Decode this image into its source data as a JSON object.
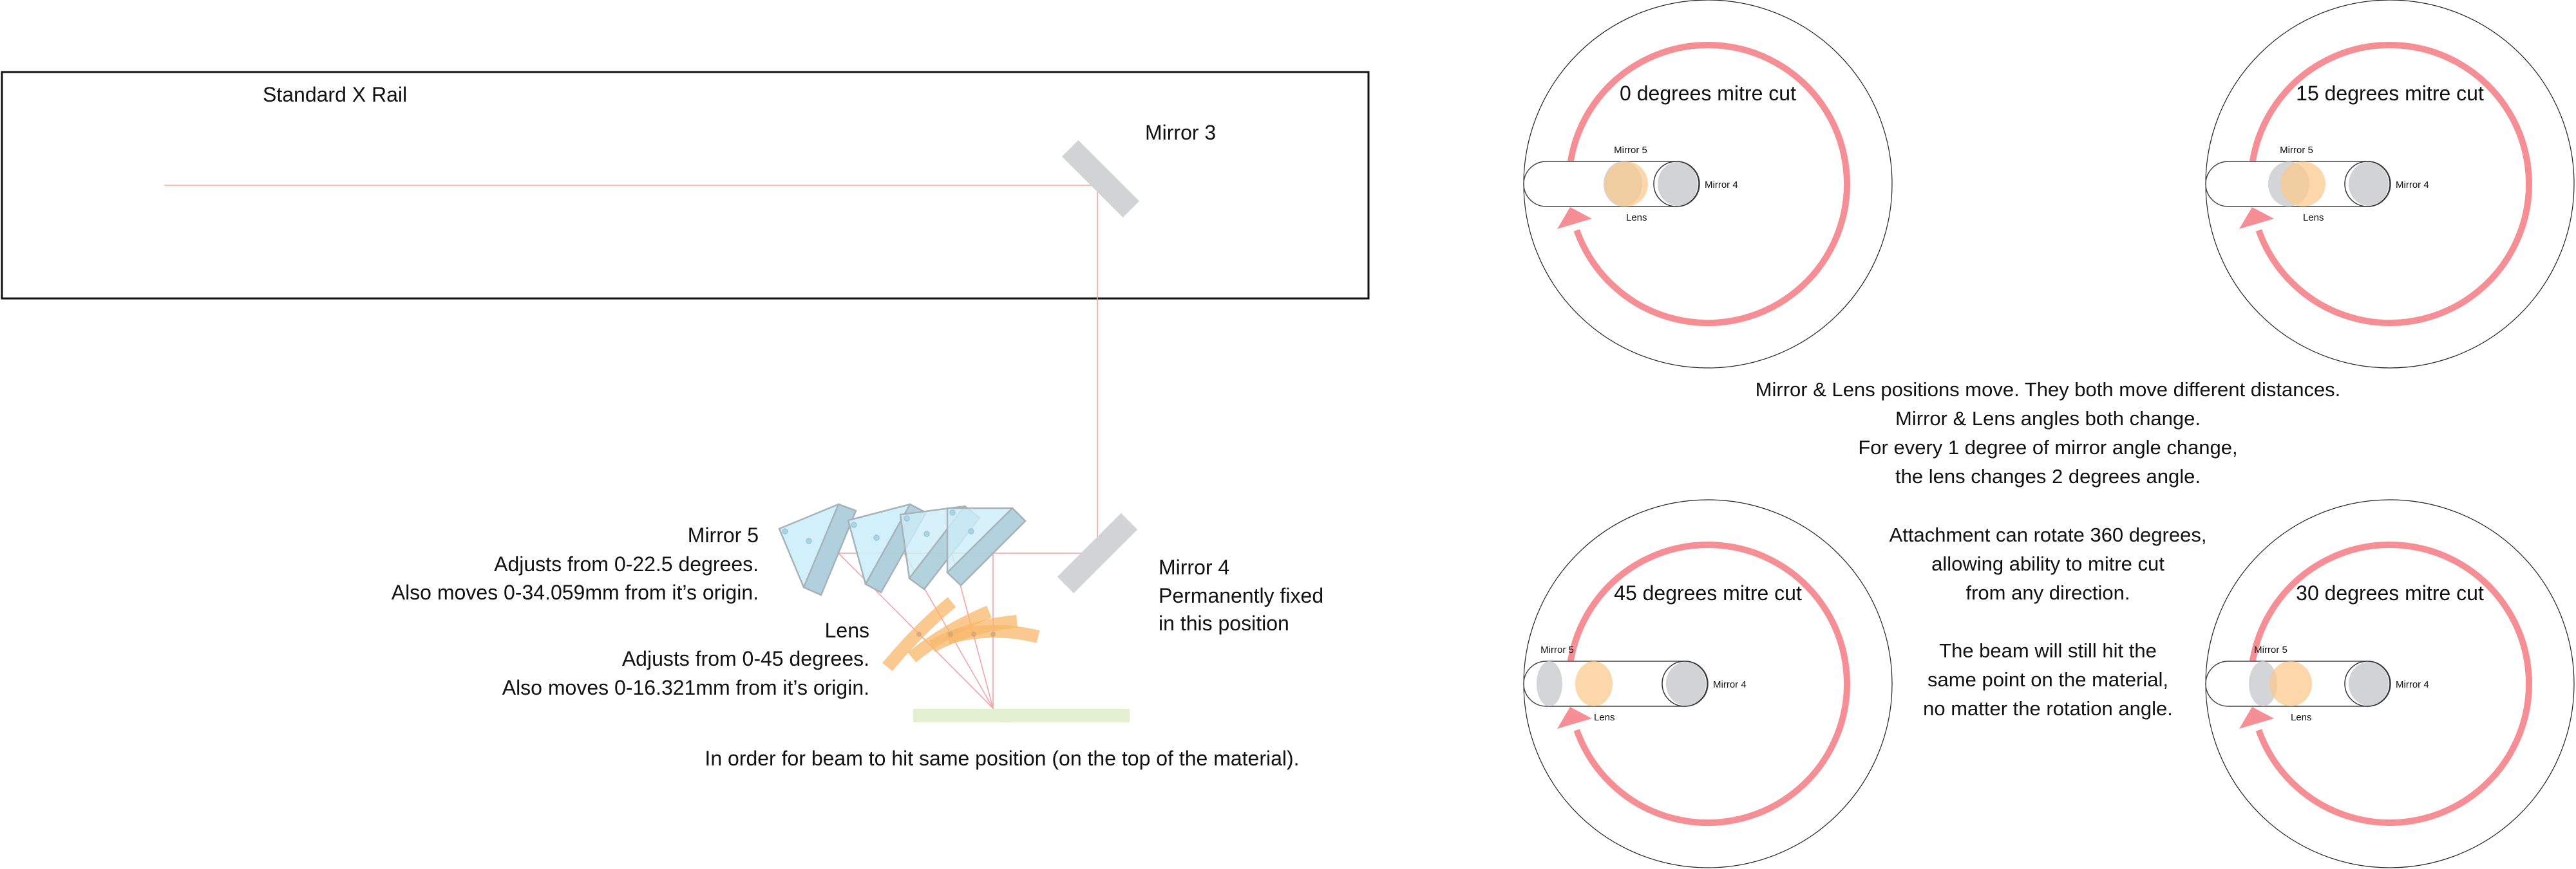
{
  "rail": {
    "label": "Standard X Rail"
  },
  "mirror3": {
    "label": "Mirror 3"
  },
  "mirror5": {
    "lines": [
      "Mirror 5",
      "Adjusts from 0-22.5 degrees.",
      "Also moves 0-34.059mm from it’s origin."
    ]
  },
  "lens": {
    "lines": [
      "Lens",
      "Adjusts from 0-45 degrees.",
      "Also moves 0-16.321mm from it’s origin."
    ]
  },
  "mirror4": {
    "lines": [
      "Mirror 4",
      "Permanently fixed",
      "in this position"
    ]
  },
  "caption": "In order for beam to hit same position (on the top of the material).",
  "notes": {
    "block1": [
      "Mirror & Lens positions move. They both move different distances.",
      "Mirror & Lens angles both change.",
      "For every 1 degree of mirror angle change,",
      "the lens changes 2 degrees angle."
    ],
    "block2": [
      "Attachment can rotate 360 degrees,",
      "allowing ability to mitre cut",
      "from any direction."
    ],
    "block3": [
      "The beam will still hit the",
      "same point on the material,",
      "no matter the rotation angle."
    ]
  },
  "mitre_views": [
    {
      "angle": 0,
      "title": "0 degrees mitre cut",
      "mirror5_label": "Mirror 5",
      "mirror4_label": "Mirror 4",
      "lens_label": "Lens"
    },
    {
      "angle": 15,
      "title": "15 degrees mitre cut",
      "mirror5_label": "Mirror 5",
      "mirror4_label": "Mirror 4",
      "lens_label": "Lens"
    },
    {
      "angle": 45,
      "title": "45 degrees mitre cut",
      "mirror5_label": "Mirror 5",
      "mirror4_label": "Mirror 4",
      "lens_label": "Lens"
    },
    {
      "angle": 30,
      "title": "30 degrees mitre cut",
      "mirror5_label": "Mirror 5",
      "mirror4_label": "Mirror 4",
      "lens_label": "Lens"
    }
  ],
  "colors": {
    "beam": "#f4a3a7",
    "rotation_arrow": "#f58f95",
    "mirror": "#d1d3d4",
    "mirror5_glass": "#cdeef9",
    "mirror5_strip": "#a9cad6",
    "lens": "#f9c98e",
    "material": "#e2efd1"
  }
}
